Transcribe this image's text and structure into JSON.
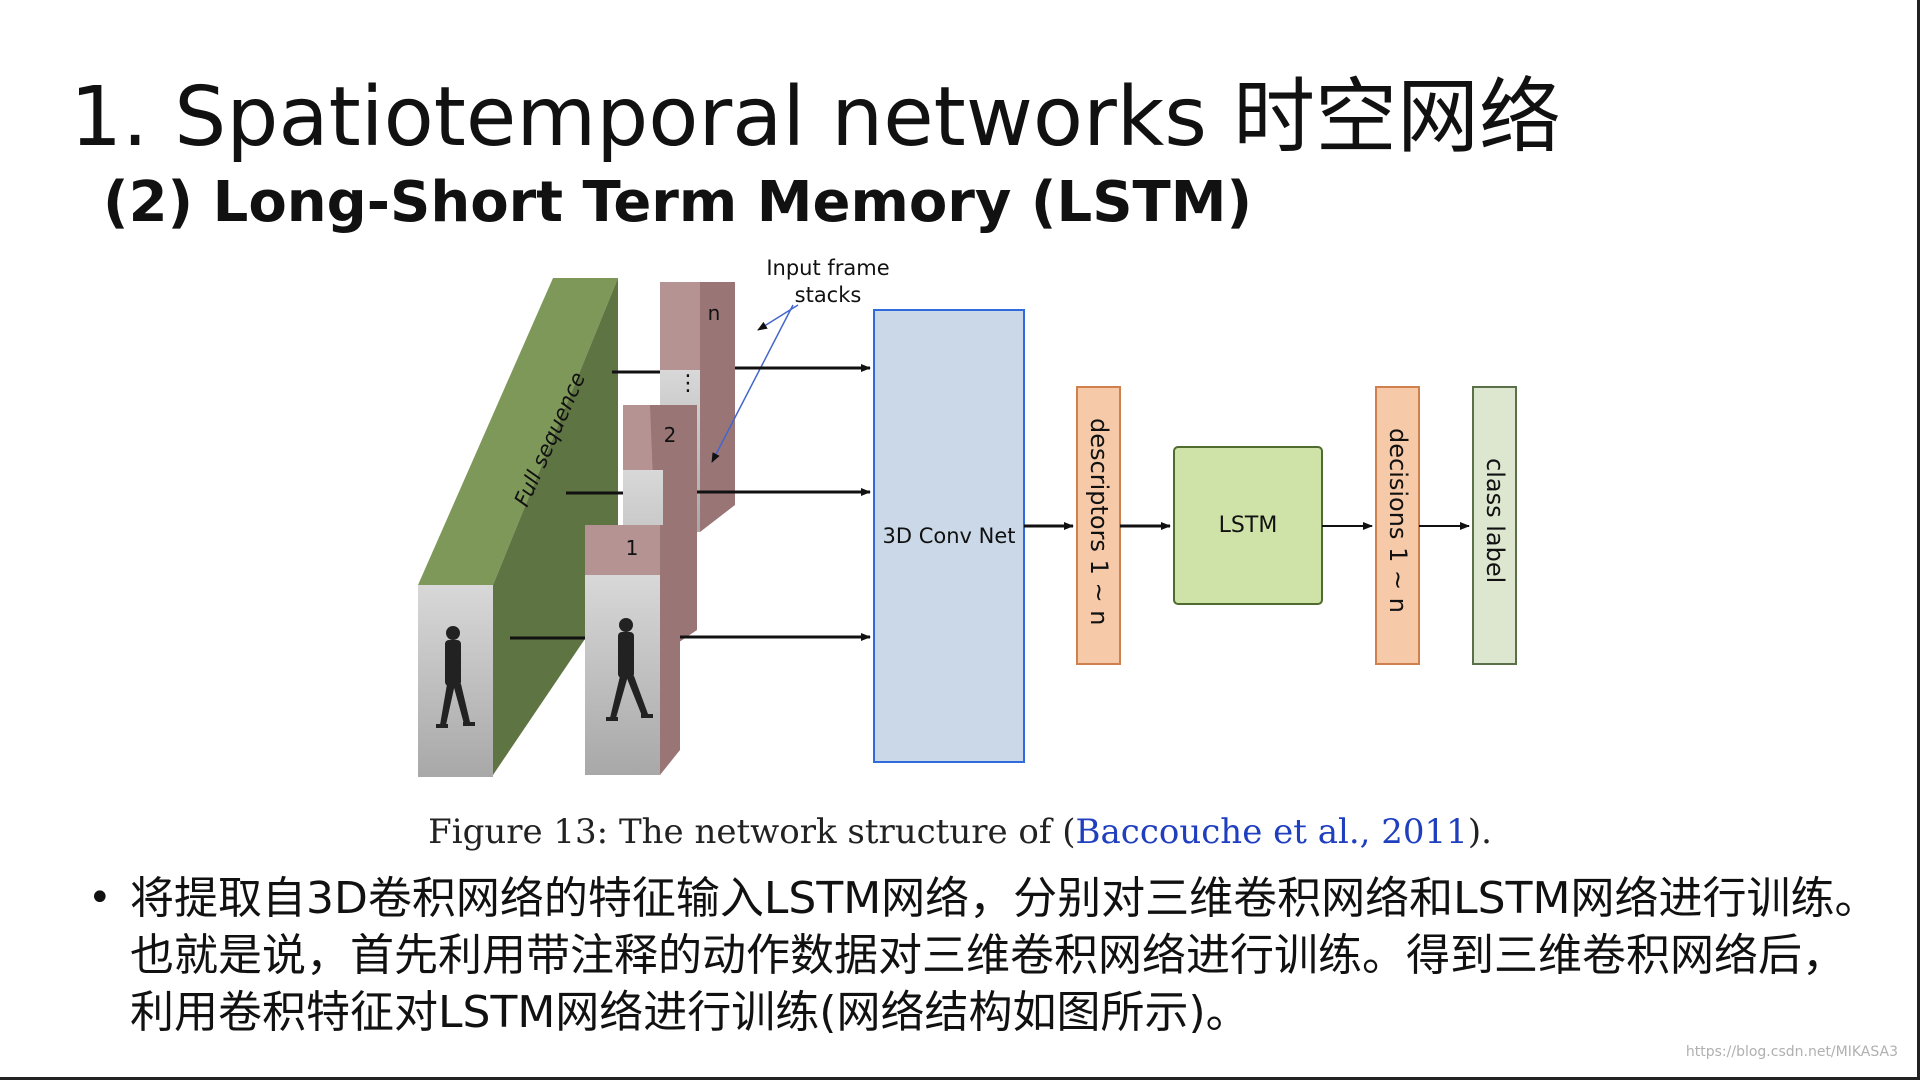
{
  "slide": {
    "title": "1. Spatiotemporal networks 时空网络",
    "subtitle": "(2) Long-Short Term Memory (LSTM)"
  },
  "diagram": {
    "full_sequence_label": "Full sequence",
    "input_frame_label_line1": "Input frame",
    "input_frame_label_line2": "stacks",
    "frame_labels": [
      "n",
      "2",
      "1"
    ],
    "dots": "⋮",
    "conv_net_label": "3D Conv Net",
    "descriptors_label": "descriptors 1 ~ n",
    "lstm_label": "LSTM",
    "decisions_label": "decisions 1 ~ n",
    "class_label": "class label",
    "colors": {
      "full_sequence_front": "#7e985a",
      "full_sequence_side": "#5f7443",
      "frame_top": "#b69393",
      "frame_side": "#9a7575",
      "conv_fill": "#cad8e8",
      "conv_border": "#2f6bdc",
      "descriptor_fill": "#f6c9a8",
      "descriptor_border": "#d0804c",
      "lstm_fill": "#cfe2a8",
      "lstm_border": "#4f6b2f",
      "class_fill": "#dde6cf",
      "class_border": "#5a7048"
    }
  },
  "caption": {
    "prefix": "Figure 13: The network structure of (",
    "citation": "Baccouche et al., 2011",
    "suffix": ")."
  },
  "bullet": {
    "marker": "•",
    "text": "将提取自3D卷积网络的特征输入LSTM网络，分别对三维卷积网络和LSTM网络进行训练。也就是说，首先利用带注释的动作数据对三维卷积网络进行训练。得到三维卷积网络后，利用卷积特征对LSTM网络进行训练(网络结构如图所示)。"
  },
  "watermark": "https://blog.csdn.net/MIKASA3"
}
